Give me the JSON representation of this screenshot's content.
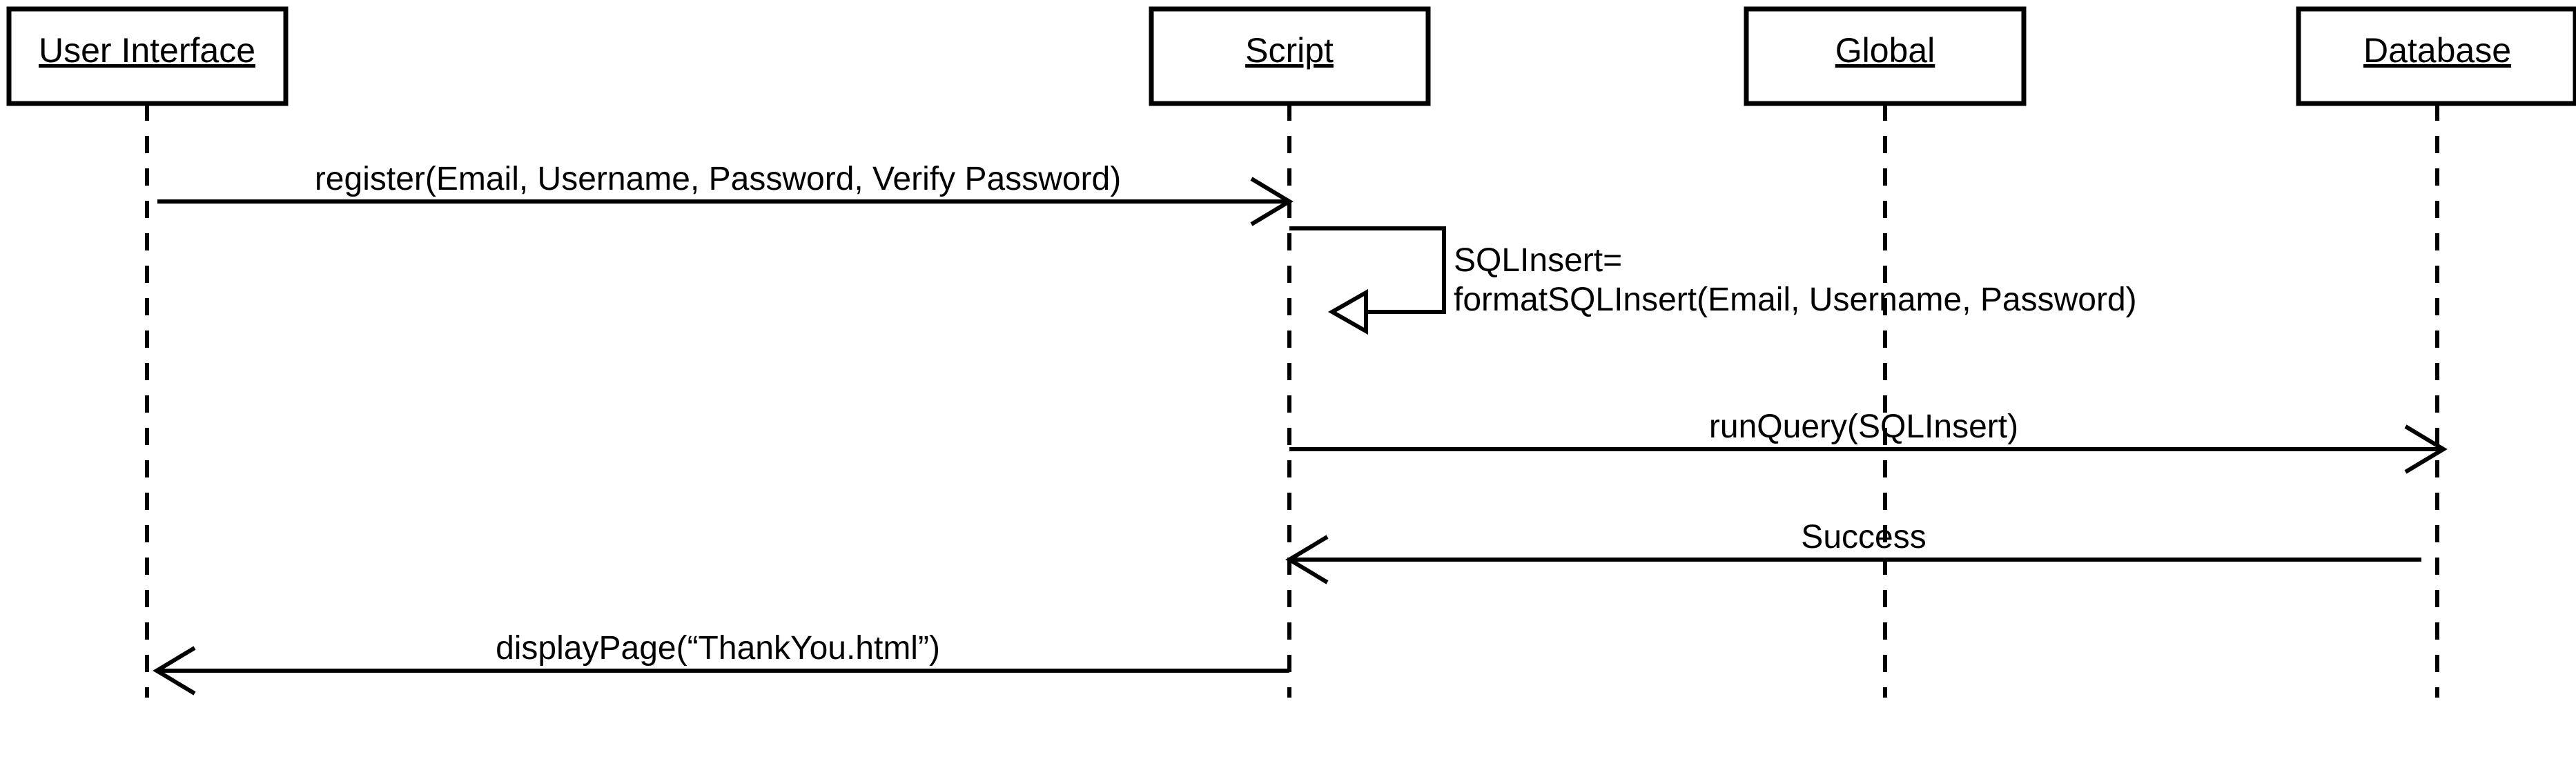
{
  "diagram": {
    "type": "uml-sequence-diagram",
    "colors": {
      "ink": "#000000",
      "paper": "#ffffff"
    },
    "lifelines": [
      {
        "name": "User Interface"
      },
      {
        "name": "Script"
      },
      {
        "name": "Global"
      },
      {
        "name": "Database"
      }
    ],
    "messages": [
      {
        "label": "register(Email, Username, Password, Verify Password)",
        "from": "User Interface",
        "to": "Script",
        "kind": "call"
      },
      {
        "label_line1": "SQLInsert=",
        "label_line2": "formatSQLInsert(Email, Username, Password)",
        "from": "Script",
        "to": "Script",
        "kind": "self-call"
      },
      {
        "label": "runQuery(SQLInsert)",
        "from": "Script",
        "to": "Database",
        "kind": "call"
      },
      {
        "label": "Success",
        "from": "Database",
        "to": "Script",
        "kind": "return"
      },
      {
        "label": "displayPage(“ThankYou.html”)",
        "from": "Script",
        "to": "User Interface",
        "kind": "call"
      }
    ]
  }
}
